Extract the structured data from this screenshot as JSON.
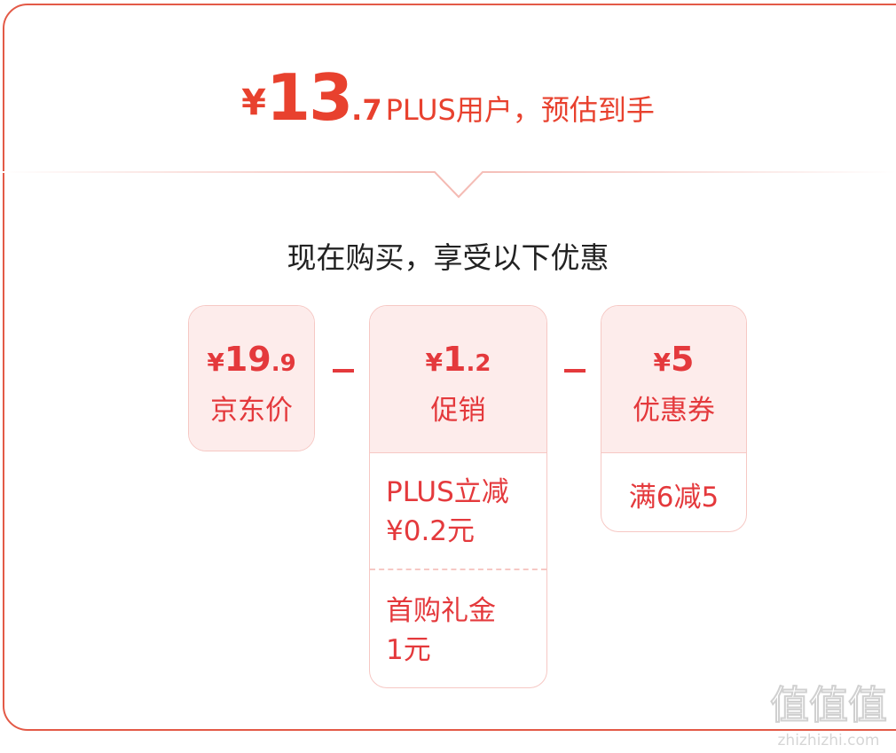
{
  "headline": {
    "yen": "¥",
    "price_int": "13",
    "price_dec": ".7",
    "description": "PLUS用户，预估到手"
  },
  "subtitle": "现在购买，享受以下优惠",
  "jd_price": {
    "yen": "¥",
    "int": "19",
    "dec": ".9",
    "label": "京东价"
  },
  "promotion": {
    "yen": "¥",
    "int": "1",
    "dec": ".2",
    "label": "促销",
    "details": [
      {
        "line1": "PLUS立减",
        "line2": "¥0.2元"
      },
      {
        "line1": "首购礼金",
        "line2": "1元"
      }
    ]
  },
  "coupon": {
    "yen": "¥",
    "int": "5",
    "label": "优惠券",
    "detail": "满6减5"
  },
  "watermark": {
    "top": "值值值",
    "bottom": "zhizhizhi.com"
  },
  "colors": {
    "accent": "#e4393c",
    "border": "#e35a47",
    "tint": "#fdeceb"
  }
}
